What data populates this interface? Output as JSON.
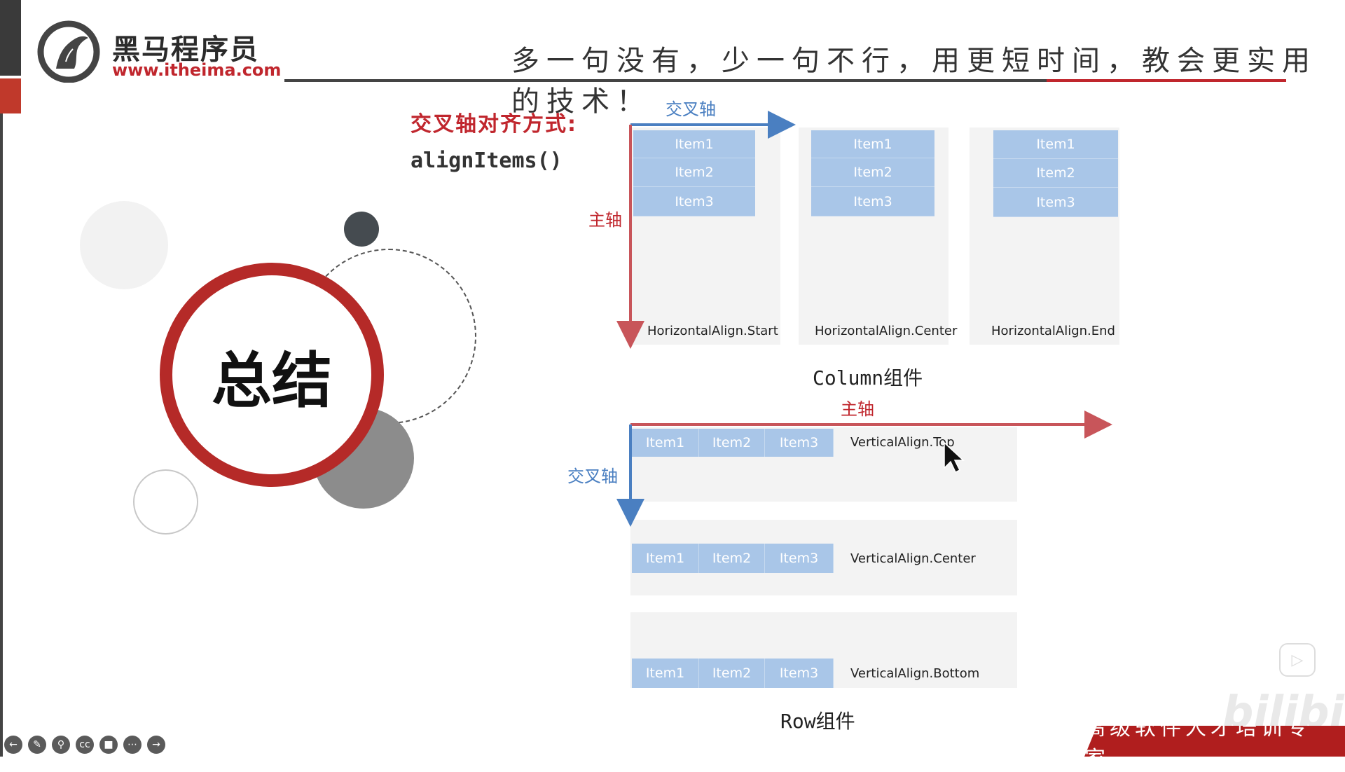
{
  "header": {
    "brand_title": "黑马程序员",
    "brand_url": "www.itheima.com",
    "slogan": "多一句没有，少一句不行，用更短时间，教会更实用的技术！"
  },
  "content": {
    "heading": "交叉轴对齐方式:",
    "method": "alignItems()",
    "summary": "总结"
  },
  "column_diagram": {
    "cross_axis_label": "交叉轴",
    "main_axis_label": "主轴",
    "items": [
      "Item1",
      "Item2",
      "Item3"
    ],
    "captions": [
      "HorizontalAlign.Start",
      "HorizontalAlign.Center",
      "HorizontalAlign.End"
    ],
    "group_label": "Column组件"
  },
  "row_diagram": {
    "main_axis_label": "主轴",
    "cross_axis_label": "交叉轴",
    "items": [
      "Item1",
      "Item2",
      "Item3"
    ],
    "captions": [
      "VerticalAlign.Top",
      "VerticalAlign.Center",
      "VerticalAlign.Bottom"
    ],
    "group_label": "Row组件"
  },
  "footer": {
    "banner": "高级软件人才培训专家",
    "watermark": "bilibili"
  },
  "colors": {
    "brand_red": "#c0262d",
    "axis_blue": "#4a7fc1",
    "item_blue": "#a9c6e8"
  }
}
